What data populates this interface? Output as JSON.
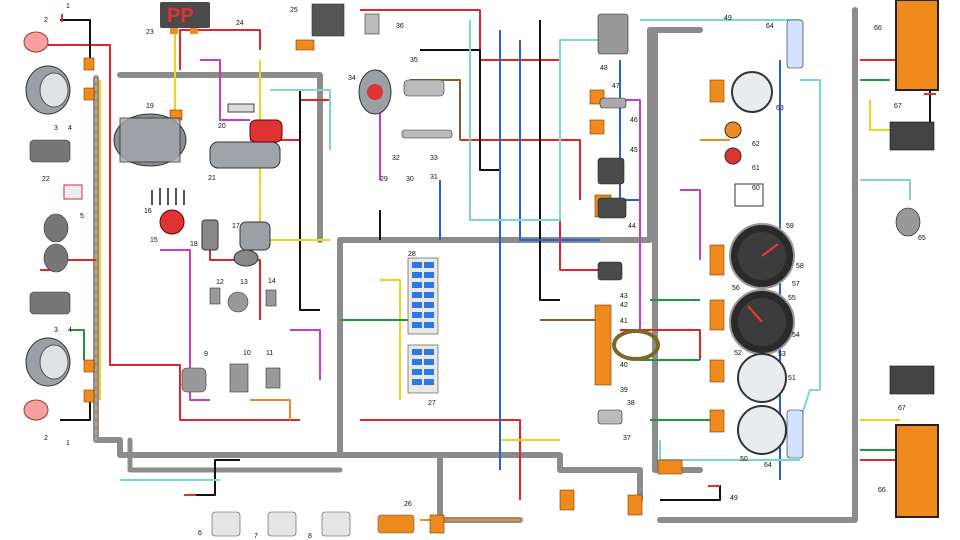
{
  "diagram": {
    "relay_box_text": "PP",
    "component_labels": [
      "1",
      "2",
      "3",
      "4",
      "5",
      "6",
      "7",
      "8",
      "9",
      "10",
      "11",
      "12",
      "13",
      "14",
      "15",
      "16",
      "17",
      "18",
      "19",
      "20",
      "21",
      "22",
      "23",
      "24",
      "25",
      "26",
      "27",
      "28",
      "29",
      "30",
      "31",
      "32",
      "33",
      "34",
      "35",
      "36",
      "37",
      "38",
      "39",
      "40",
      "41",
      "42",
      "43",
      "44",
      "45",
      "46",
      "47",
      "48",
      "49",
      "50",
      "51",
      "52",
      "53",
      "54",
      "55",
      "56",
      "57",
      "58",
      "59",
      "60",
      "61",
      "62",
      "63",
      "64",
      "65",
      "66",
      "67"
    ],
    "wire_colors": {
      "red": "#e0262b",
      "black": "#111111",
      "yellow": "#f4d21a",
      "green": "#1e9a3a",
      "blue": "#2b5fd9",
      "cyan": "#7ad8d0",
      "violet": "#c23fc9",
      "brown": "#8b5a2b",
      "orange": "#f08a1c",
      "grey": "#8a8a8a"
    },
    "icon_names": [
      "headlight-icon",
      "turn-signal-icon",
      "horn-icon",
      "generator-icon",
      "starter-icon",
      "ignition-coil-icon",
      "distributor-icon",
      "wiper-motor-icon",
      "washer-motor-icon",
      "instrument-gauge-icon",
      "speedometer-icon",
      "tachometer-icon",
      "switch-block-icon",
      "fuse-box-icon",
      "steering-wheel-icon",
      "tail-light-icon",
      "battery-icon",
      "relay-icon",
      "sensor-icon",
      "ground-icon"
    ]
  }
}
